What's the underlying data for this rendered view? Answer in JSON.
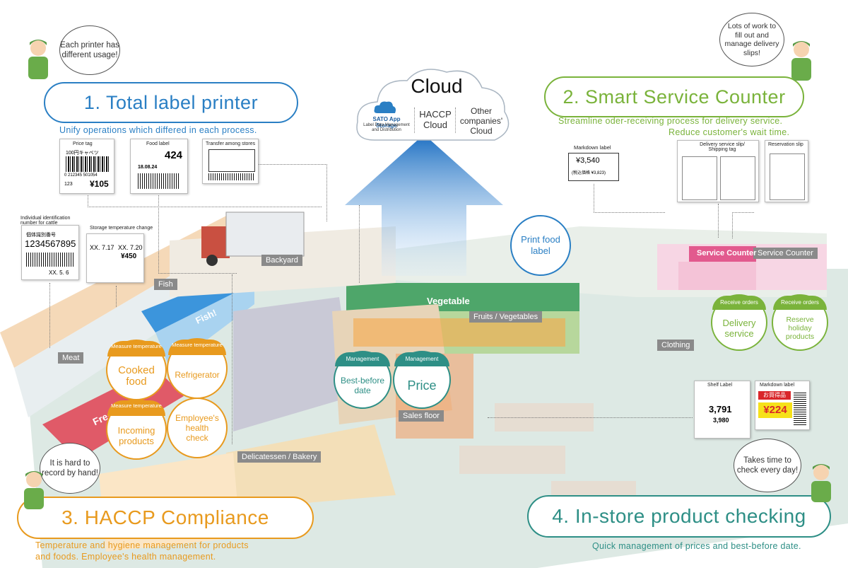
{
  "cloud": {
    "title": "Cloud",
    "brand": "SATO App Storage",
    "brand_sub": "Label Data Management and Distribution",
    "haccp": "HACCP Cloud",
    "other": "Other companies' Cloud"
  },
  "sections": {
    "s1": {
      "title": "1. Total label printer",
      "subtitle": "Unify operations which differed in each process.",
      "bubble": "Each printer has different usage!"
    },
    "s2": {
      "title": "2. Smart Service Counter",
      "subtitle1": "Streamline oder-receiving process for delivery service.",
      "subtitle2": "Reduce customer's wait time.",
      "bubble": "Lots of work to fill out and manage delivery slips!"
    },
    "s3": {
      "title": "3. HACCP Compliance",
      "subtitle1": "Temperature and hygiene management for products",
      "subtitle2": "and foods. Employee's health management.",
      "bubble": "It is hard to record by hand!"
    },
    "s4": {
      "title": "4. In-store product checking",
      "subtitle": "Quick management of prices and best-before date.",
      "bubble": "Takes time to check every day!"
    }
  },
  "labels": {
    "price_tag": {
      "title": "Price tag",
      "line1": "100円キャベツ",
      "code": "0 212345 501054",
      "num": "123",
      "price": "¥105"
    },
    "food_label": {
      "title": "Food label",
      "price": "424",
      "date": "18.08.24"
    },
    "transfer": {
      "title": "Transfer among stores"
    },
    "individual": {
      "title": "Individual identification number for cattle",
      "jp": "個体識別番号",
      "number": "1234567895",
      "date": "XX. 5. 6"
    },
    "storage": {
      "title": "Storage temperature change",
      "date1": "XX. 7.17",
      "date2": "XX. 7.20",
      "price": "¥450"
    },
    "markdown": {
      "title": "Markdown label",
      "price": "¥3,540",
      "tax": "(税込価格 ¥3,823)"
    },
    "delivery": {
      "title": "Delivery service slip/ Shipping tag"
    },
    "reservation": {
      "title": "Reservation slip"
    },
    "shelf": {
      "title": "Shelf Label",
      "price1": "3,791",
      "price2": "3,980"
    },
    "markdown2": {
      "title": "Markdown label",
      "jp": "お買得品",
      "price": "¥224"
    }
  },
  "areas": {
    "backyard": "Backyard",
    "fish": "Fish",
    "meat": "Meat",
    "vegetable_sign": "Vegetable",
    "fruits": "Fruits / Vegetables",
    "clothing": "Clothing",
    "sales_floor": "Sales floor",
    "deli": "Delicatessen / Bakery",
    "service_counter": "Service Counter",
    "fish_sign": "Fish!",
    "fresh_sign": "Fresh!"
  },
  "print_food": "Print food label",
  "haccp_circles": {
    "cooked": {
      "tag": "Measure temperature",
      "label": "Cooked food"
    },
    "fridge": {
      "tag": "Measure temperature",
      "label": "Refrigerator"
    },
    "incoming": {
      "tag": "Measure temperature",
      "label": "Incoming products"
    },
    "health": {
      "label": "Employee's health check"
    }
  },
  "mgmt_circles": {
    "bestbefore": {
      "tag": "Management",
      "label": "Best-before date"
    },
    "price": {
      "tag": "Management",
      "label": "Price"
    }
  },
  "order_circles": {
    "delivery": {
      "tag": "Receive orders",
      "label": "Delivery service"
    },
    "reserve": {
      "tag": "Receive orders",
      "label": "Reserve holiday products"
    }
  },
  "colors": {
    "blue": "#2a7fc4",
    "green": "#7ab33b",
    "orange": "#e89a1e",
    "teal": "#2e8f86"
  }
}
